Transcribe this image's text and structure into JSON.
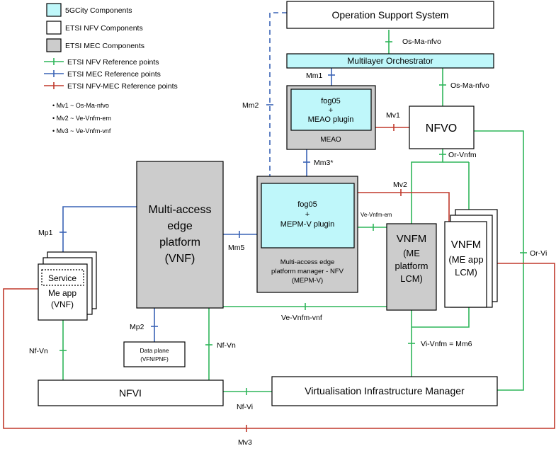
{
  "colors": {
    "fivegcity": "#bff7fa",
    "etsi_nfv": "#ffffff",
    "etsi_mec": "#cccccc",
    "nfv_ref": "#2fb65a",
    "mec_ref": "#3a63b5",
    "nfv_mec_ref": "#c0392b"
  },
  "legend": {
    "fivegcity": "5GCity Components",
    "etsi_nfv": "ETSI NFV Components",
    "etsi_mec": "ETSI MEC Components",
    "nfv_ref": "ETSI NFV Reference points",
    "mec_ref": "ETSI MEC Reference points",
    "nfv_mec_ref": "ETSI NFV-MEC Reference points",
    "notes": [
      "• Mv1 ~ Os-Ma-nfvo",
      "• Mv2 ~ Ve-Vnfm-em",
      "• Mv3 ~ Ve-Vnfm-vnf"
    ]
  },
  "nodes": {
    "oss": "Operation Support System",
    "orchestrator": "Multilayer Orchestrator",
    "meao_inner": [
      "fog05",
      "+",
      "MEAO plugin"
    ],
    "meao": "MEAO",
    "nfvo": "NFVO",
    "mep": [
      "Multi-access",
      "edge",
      "platform",
      "(VNF)"
    ],
    "mepm_inner": [
      "fog05",
      "+",
      "MEPM-V plugin"
    ],
    "mepm": [
      "Multi-access edge",
      "platform manager - NFV",
      "(MEPM-V)"
    ],
    "vnfm_platform": [
      "VNFM",
      "(ME",
      "platform",
      "LCM)"
    ],
    "vnfm_app": [
      "VNFM",
      "(ME app",
      "LCM)"
    ],
    "service": "Service",
    "meapp": [
      "Me app",
      "(VNF)"
    ],
    "dataplane": [
      "Data plane",
      "(VFN/PNF)"
    ],
    "nfvi": "NFVI",
    "vim": "Virtualisation Infrastructure Manager"
  },
  "links": {
    "os_ma_nfvo_top": "Os-Ma-nfvo",
    "os_ma_nfvo": "Os-Ma-nfvo",
    "mm1": "Mm1",
    "mm2": "Mm2",
    "mv1": "Mv1",
    "mm3": "Mm3*",
    "or_vnfm": "Or-Vnfm",
    "mv2": "Mv2",
    "ve_vnfm_em": "Ve-Vnfm-em",
    "mp1": "Mp1",
    "mm5": "Mm5",
    "or_vi": "Or-Vi",
    "ve_vnfm_vnf": "Ve-Vnfm-vnf",
    "mp2": "Mp2",
    "nf_vn_left": "Nf-Vn",
    "nf_vn_mid": "Nf-Vn",
    "vi_vnfm": "Vi-Vnfm = Mm6",
    "nf_vi": "Nf-Vi",
    "mv3": "Mv3"
  }
}
